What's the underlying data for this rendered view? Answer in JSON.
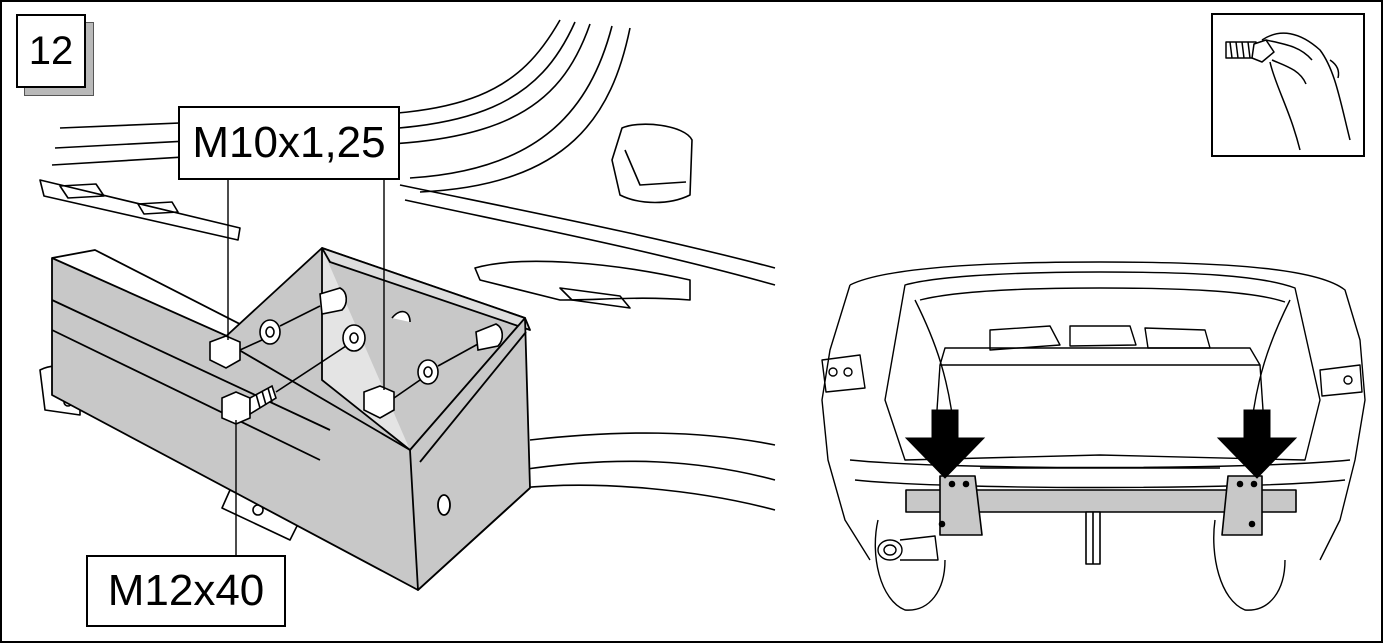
{
  "step": {
    "number": "12"
  },
  "labels": {
    "nut_thread": "M10x1,25",
    "bolt_size": "M12x40"
  },
  "icons": {
    "hint": "hand-tightening-icon",
    "overview": "vehicle-rear-overview"
  },
  "colors": {
    "line": "#000000",
    "part_fill": "#c8c8c8",
    "badge_shadow": "#b9b9b9",
    "background": "#ffffff"
  }
}
